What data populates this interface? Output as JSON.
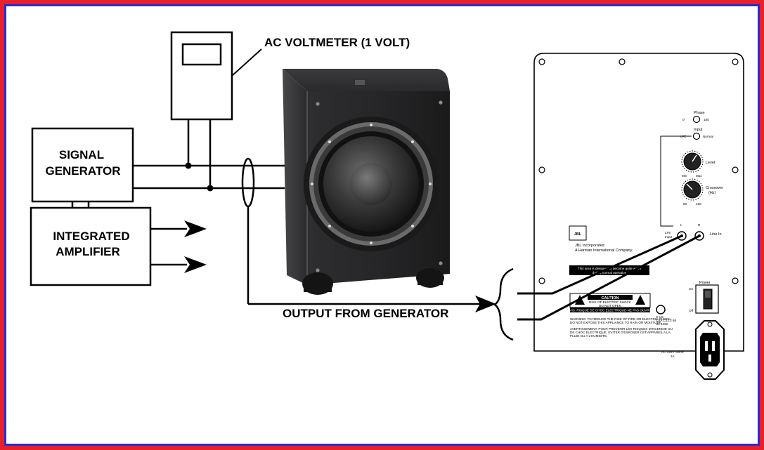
{
  "labels": {
    "voltmeter": "AC VOLTMETER (1 VOLT)",
    "signal_generator": [
      "SIGNAL",
      "GENERATOR"
    ],
    "integrated_amplifier": [
      "INTEGRATED",
      "AMPLIFIER"
    ],
    "output_from_generator": "OUTPUT FROM GENERATOR"
  },
  "rear_panel": {
    "brand_logo": "JBL",
    "company_line1": "JBL Incorporated",
    "company_line2": "A Harman International Company",
    "phase_label": "Phase",
    "phase_values": [
      "0°",
      "180"
    ],
    "input_label": "Input",
    "input_values": [
      "LFE",
      "Normal"
    ],
    "level_label": "Level",
    "level_range": [
      "Min",
      "Max"
    ],
    "crossover_label": "Crossover",
    "crossover_unit": "(Hz)",
    "crossover_range": [
      "50",
      "150"
    ],
    "lfe_input_label": [
      "LFE",
      "Input"
    ],
    "line_in_label": "Line In",
    "channel_left": "L",
    "channel_right": "R",
    "notice_text_line1": "This area is designed to become quite warm",
    "notice_text_line2": "during normal operation",
    "caution_title": "CAUTION",
    "caution_line1": "RISK OF ELECTRIC SHOCK",
    "caution_line2": "DO NOT OPEN",
    "caution_french": "AVIS: RISQUE DE CHOC ELECTRIQUE-NE PAS OUVRIR",
    "warning_line1": "WARNING: TO REDUCE THE RISK OF FIRE OR ELECTRIC SHOCK,",
    "warning_line2": "DO NOT EXPOSE THIS APPLIANCE TO RAIN OR MOISTURE.",
    "avertissement_line1": "AVERTISSEMENT: POUR PREVENIR LES RISQUES D'INCENDIE OU",
    "avertissement_line2": "DE CHOC ELECTRIQUE, EVITER D'EXPOSER CET APPAREIL A LA",
    "avertissement_line3": "PLUIE OU A L'HUMIDITE.",
    "cert_lines": [
      "C   US",
      "CSA C22.2 68",
      "UL 1492"
    ],
    "power_label": "Power",
    "power_on": "On",
    "power_off": "Off",
    "ac_rating_line1": "AC  120V~60Hz",
    "ac_rating_line2": "2A"
  },
  "colors": {
    "border_red": "#e8202a",
    "border_blue": "#2a2ad0",
    "line": "#000000",
    "speaker_body": "#2a2a2c",
    "panel_bg": "#ffffff"
  }
}
